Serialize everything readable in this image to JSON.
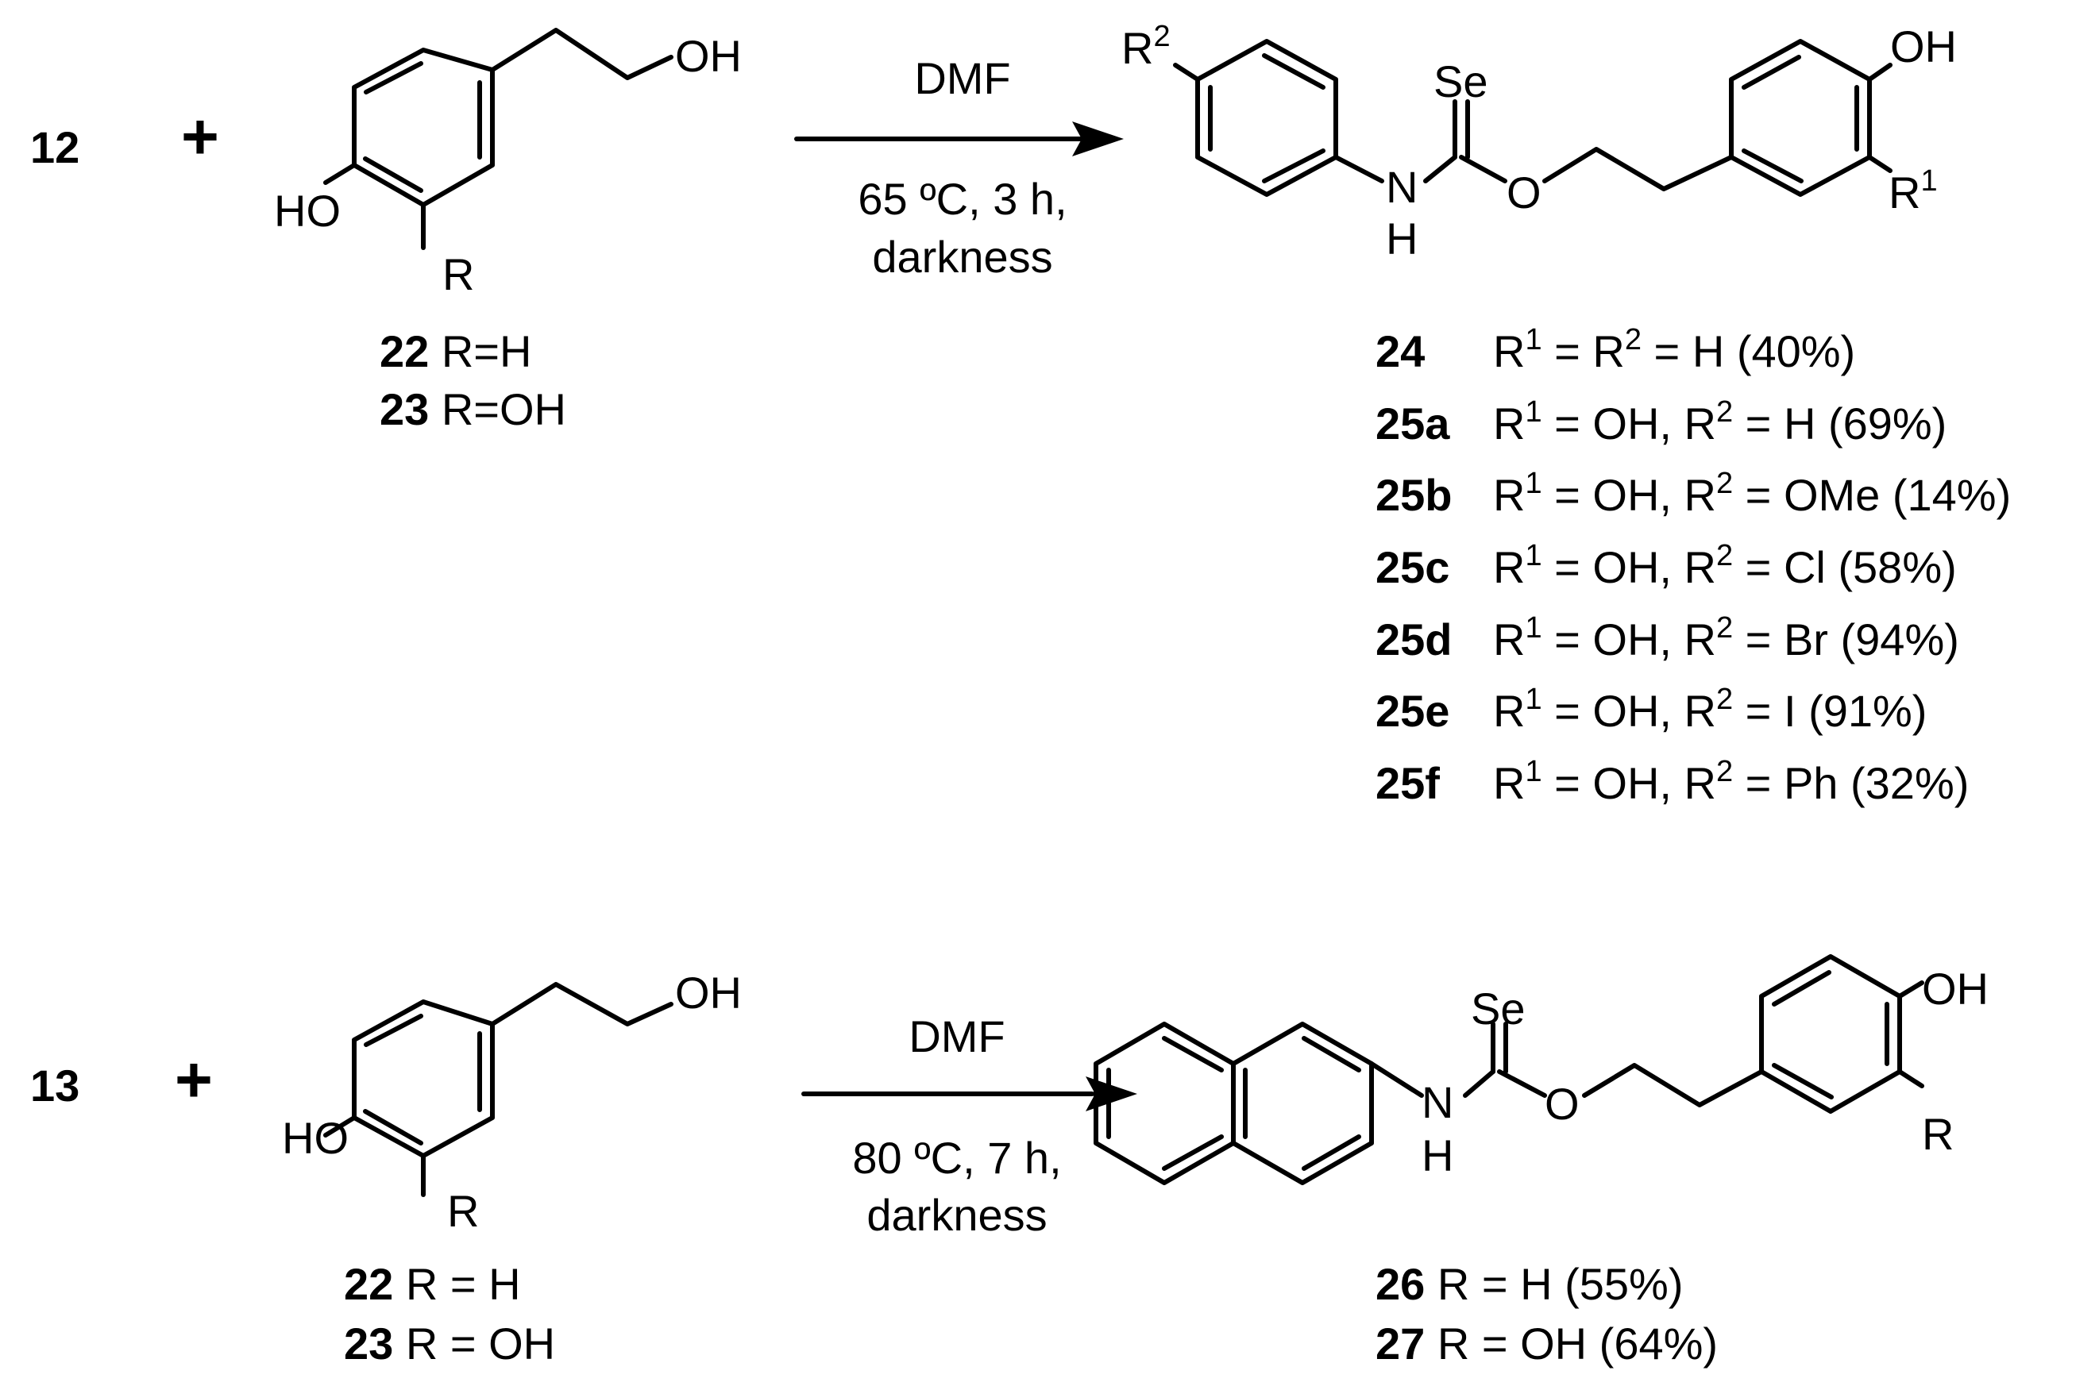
{
  "scheme1": {
    "reagent": "12",
    "plus": "+",
    "reactant": {
      "oh_top": "OH",
      "ho_left": "HO",
      "r_sub": "R",
      "labels": [
        {
          "num": "22",
          "text": " R=H"
        },
        {
          "num": "23",
          "text": " R=OH"
        }
      ]
    },
    "conditions": {
      "solvent": "DMF",
      "temp_time": "65 ºC, 3 h,",
      "note": "darkness"
    },
    "product": {
      "r2": "R",
      "r2_sup": "2",
      "se": "Se",
      "n": "N",
      "h": "H",
      "o": "O",
      "oh": "OH",
      "r1": "R",
      "r1_sup": "1"
    },
    "results": [
      {
        "num": "24",
        "t1": "R",
        "s1": "1",
        "t2": " = R",
        "s2": "2",
        "t3": " = H (40%)"
      },
      {
        "num": "25a",
        "t1": "R",
        "s1": "1",
        "t2": " = OH, R",
        "s2": "2",
        "t3": " = H (69%)"
      },
      {
        "num": "25b",
        "t1": "R",
        "s1": "1",
        "t2": " = OH, R",
        "s2": "2",
        "t3": " = OMe (14%)"
      },
      {
        "num": "25c",
        "t1": "R",
        "s1": "1",
        "t2": " = OH, R",
        "s2": "2",
        "t3": " = Cl (58%)"
      },
      {
        "num": "25d",
        "t1": "R",
        "s1": "1",
        "t2": " = OH, R",
        "s2": "2",
        "t3": " = Br (94%)"
      },
      {
        "num": "25e",
        "t1": "R",
        "s1": "1",
        "t2": " = OH, R",
        "s2": "2",
        "t3": " = I (91%)"
      },
      {
        "num": "25f",
        "t1": "R",
        "s1": "1",
        "t2": " = OH, R",
        "s2": "2",
        "t3": " = Ph (32%)"
      }
    ]
  },
  "scheme2": {
    "reagent": "13",
    "plus": "+",
    "reactant": {
      "oh_top": "OH",
      "ho_left": "HO",
      "r_sub": "R",
      "labels": [
        {
          "num": "22",
          "text": " R = H"
        },
        {
          "num": "23",
          "text": " R = OH"
        }
      ]
    },
    "conditions": {
      "solvent": "DMF",
      "temp_time": "80 ºC, 7 h,",
      "note": "darkness"
    },
    "product": {
      "se": "Se",
      "n": "N",
      "h": "H",
      "o": "O",
      "oh": "OH",
      "r": "R"
    },
    "results": [
      {
        "num": "26",
        "text": " R = H (55%)"
      },
      {
        "num": "27",
        "text": " R = OH (64%)"
      }
    ]
  }
}
